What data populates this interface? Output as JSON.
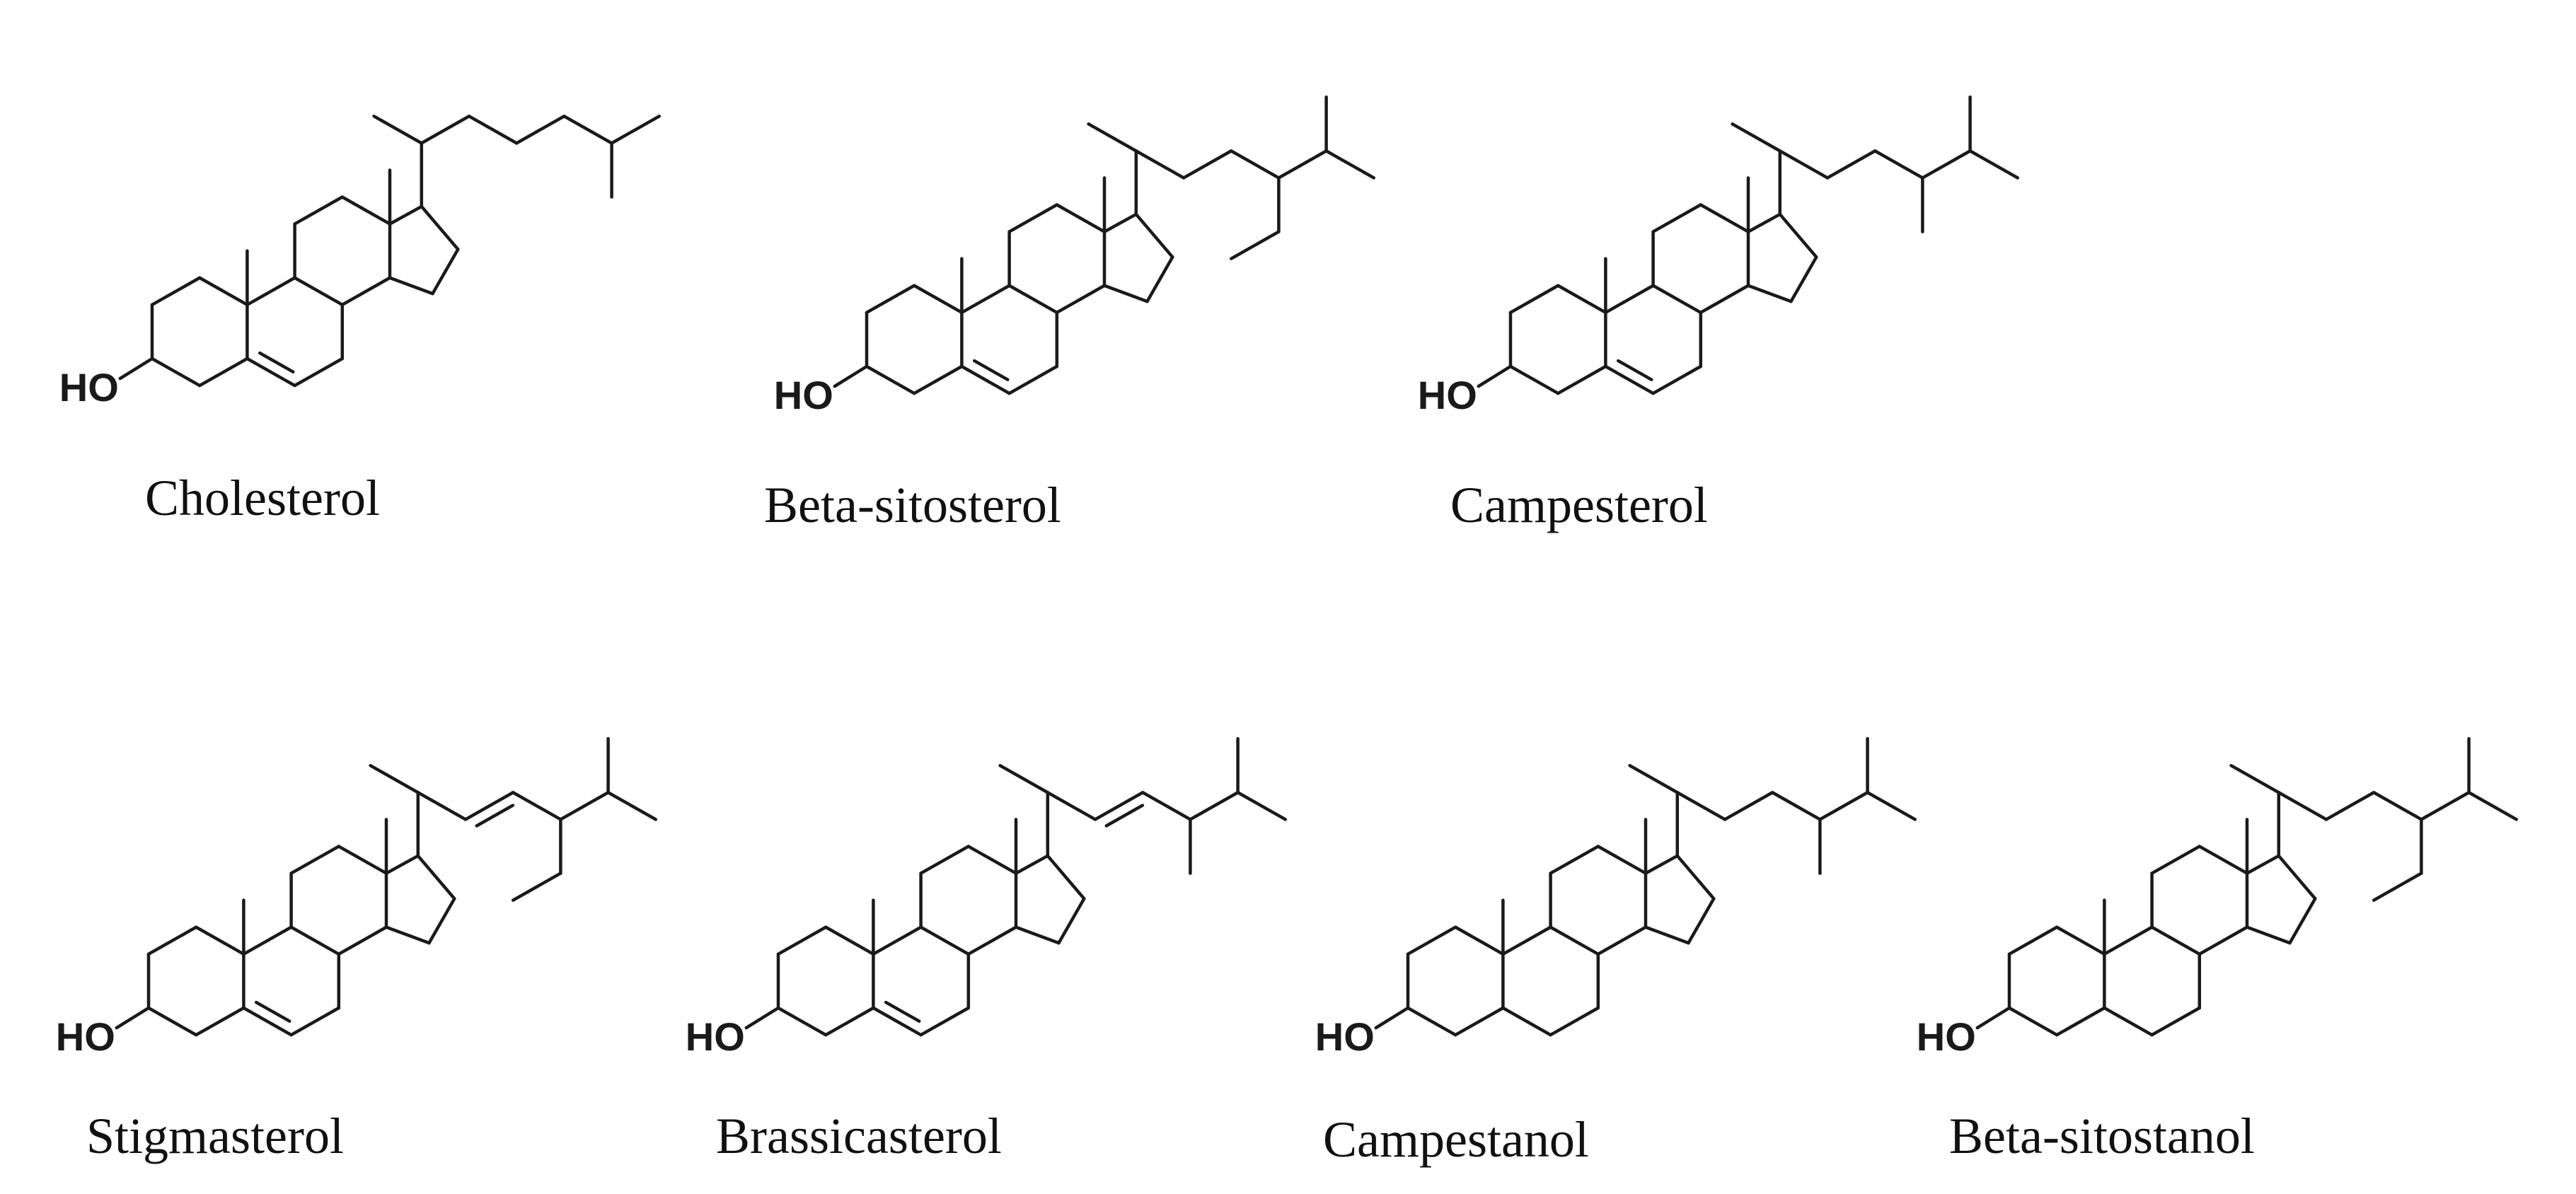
{
  "figure": {
    "hydroxyl_label": "HO",
    "molecules": [
      {
        "id": "cholesterol",
        "name": "Cholesterol",
        "side_chain": "cholestane",
        "double_bond_c5": true
      },
      {
        "id": "beta-sitosterol",
        "name": "Beta-sitosterol",
        "side_chain": "ethyl",
        "double_bond_c5": true
      },
      {
        "id": "campesterol",
        "name": "Campesterol",
        "side_chain": "methyl",
        "double_bond_c5": true
      },
      {
        "id": "stigmasterol",
        "name": "Stigmasterol",
        "side_chain": "ethyl-c22-ene",
        "double_bond_c5": true
      },
      {
        "id": "brassicasterol",
        "name": "Brassicasterol",
        "side_chain": "methyl-c22-ene",
        "double_bond_c5": true
      },
      {
        "id": "campestanol",
        "name": "Campestanol",
        "side_chain": "methyl",
        "double_bond_c5": false
      },
      {
        "id": "beta-sitostanol",
        "name": "Beta-sitostanol",
        "side_chain": "ethyl",
        "double_bond_c5": false
      }
    ]
  }
}
